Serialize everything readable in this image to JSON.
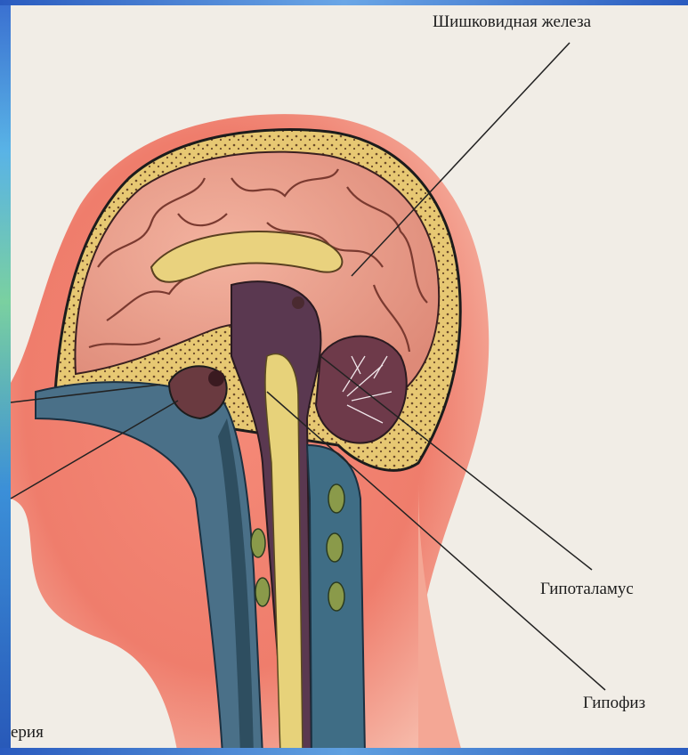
{
  "labels": {
    "pineal": "Шишковидная железа",
    "hypothalamus": "Гипоталамус",
    "pituitary": "Гипофиз",
    "bottom_left_partial": "ерия"
  },
  "colors": {
    "skin": "#ef7d6c",
    "skin_light": "#f6b7a4",
    "brain": "#e89a86",
    "skull": "#e7c873",
    "spine_blue": "#3f6d85",
    "cord_yellow": "#e7d27a",
    "cerebellum": "#6e3a4a",
    "leader_line": "#222222"
  }
}
